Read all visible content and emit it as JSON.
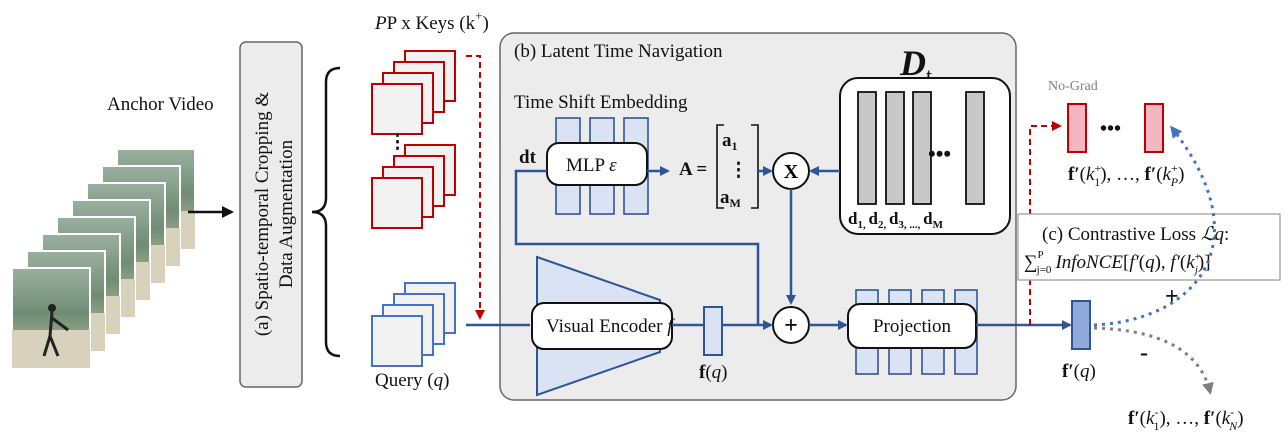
{
  "anchor": {
    "label": "Anchor Video"
  },
  "crop": {
    "label_line1": "(a) Spatio-temporal Cropping &",
    "label_line2": "Data Augmentation"
  },
  "keys": {
    "label": "P x Keys (k",
    "sup": "+",
    "close": ")"
  },
  "query": {
    "label": "Query (q)"
  },
  "panel": {
    "title": "(b) Latent Time Navigation"
  },
  "dt_bank": {
    "symbol": "D",
    "subscript": "t",
    "labels": [
      "d",
      "1, ",
      "d",
      "2, ",
      "d",
      "3, ..., ",
      "d",
      "M"
    ]
  },
  "time_shift": {
    "label": "Time Shift Embedding",
    "input": "dt",
    "mlp": "MLP ε"
  },
  "a_vec": {
    "prefix": "A =",
    "top": "a",
    "top_sub": "1",
    "dots": "⋮",
    "bot": "a",
    "bot_sub": "M"
  },
  "mult": {
    "symbol": "X"
  },
  "add": {
    "symbol": "+"
  },
  "encoder": {
    "label": "Visual Encoder f",
    "output": "f(q)"
  },
  "projection": {
    "label": "Projection"
  },
  "nograd": {
    "label": "No-Grad"
  },
  "pos_outputs": {
    "label": "f′(k",
    "sub1": "1",
    "sup": "+",
    "mid": "), …, f′(k",
    "subP": "P",
    "end": ")"
  },
  "loss": {
    "line1": "(c) Contrastive Loss ℒq:",
    "line2": "∑ InfoNCE[f′(q), f′(k)]",
    "sum_top": "P",
    "sum_bot": "j=0"
  },
  "query_out": {
    "label": "f′(q)"
  },
  "signs": {
    "pos": "+",
    "neg": "-"
  },
  "neg_outputs": {
    "label": "f′(k",
    "sub1": "1",
    "sup": "-",
    "mid": "), …, f′(k",
    "subN": "N",
    "end": ")"
  },
  "ellipsis": {
    "dots": "•••"
  },
  "colors": {
    "red": "#c00000",
    "blue": "#2f5597",
    "lightblue": "#dae3f3",
    "gray": "#c8c8c8",
    "panel": "#ececec",
    "pink": "#f4b6c2",
    "dotblue": "#4472c4"
  }
}
